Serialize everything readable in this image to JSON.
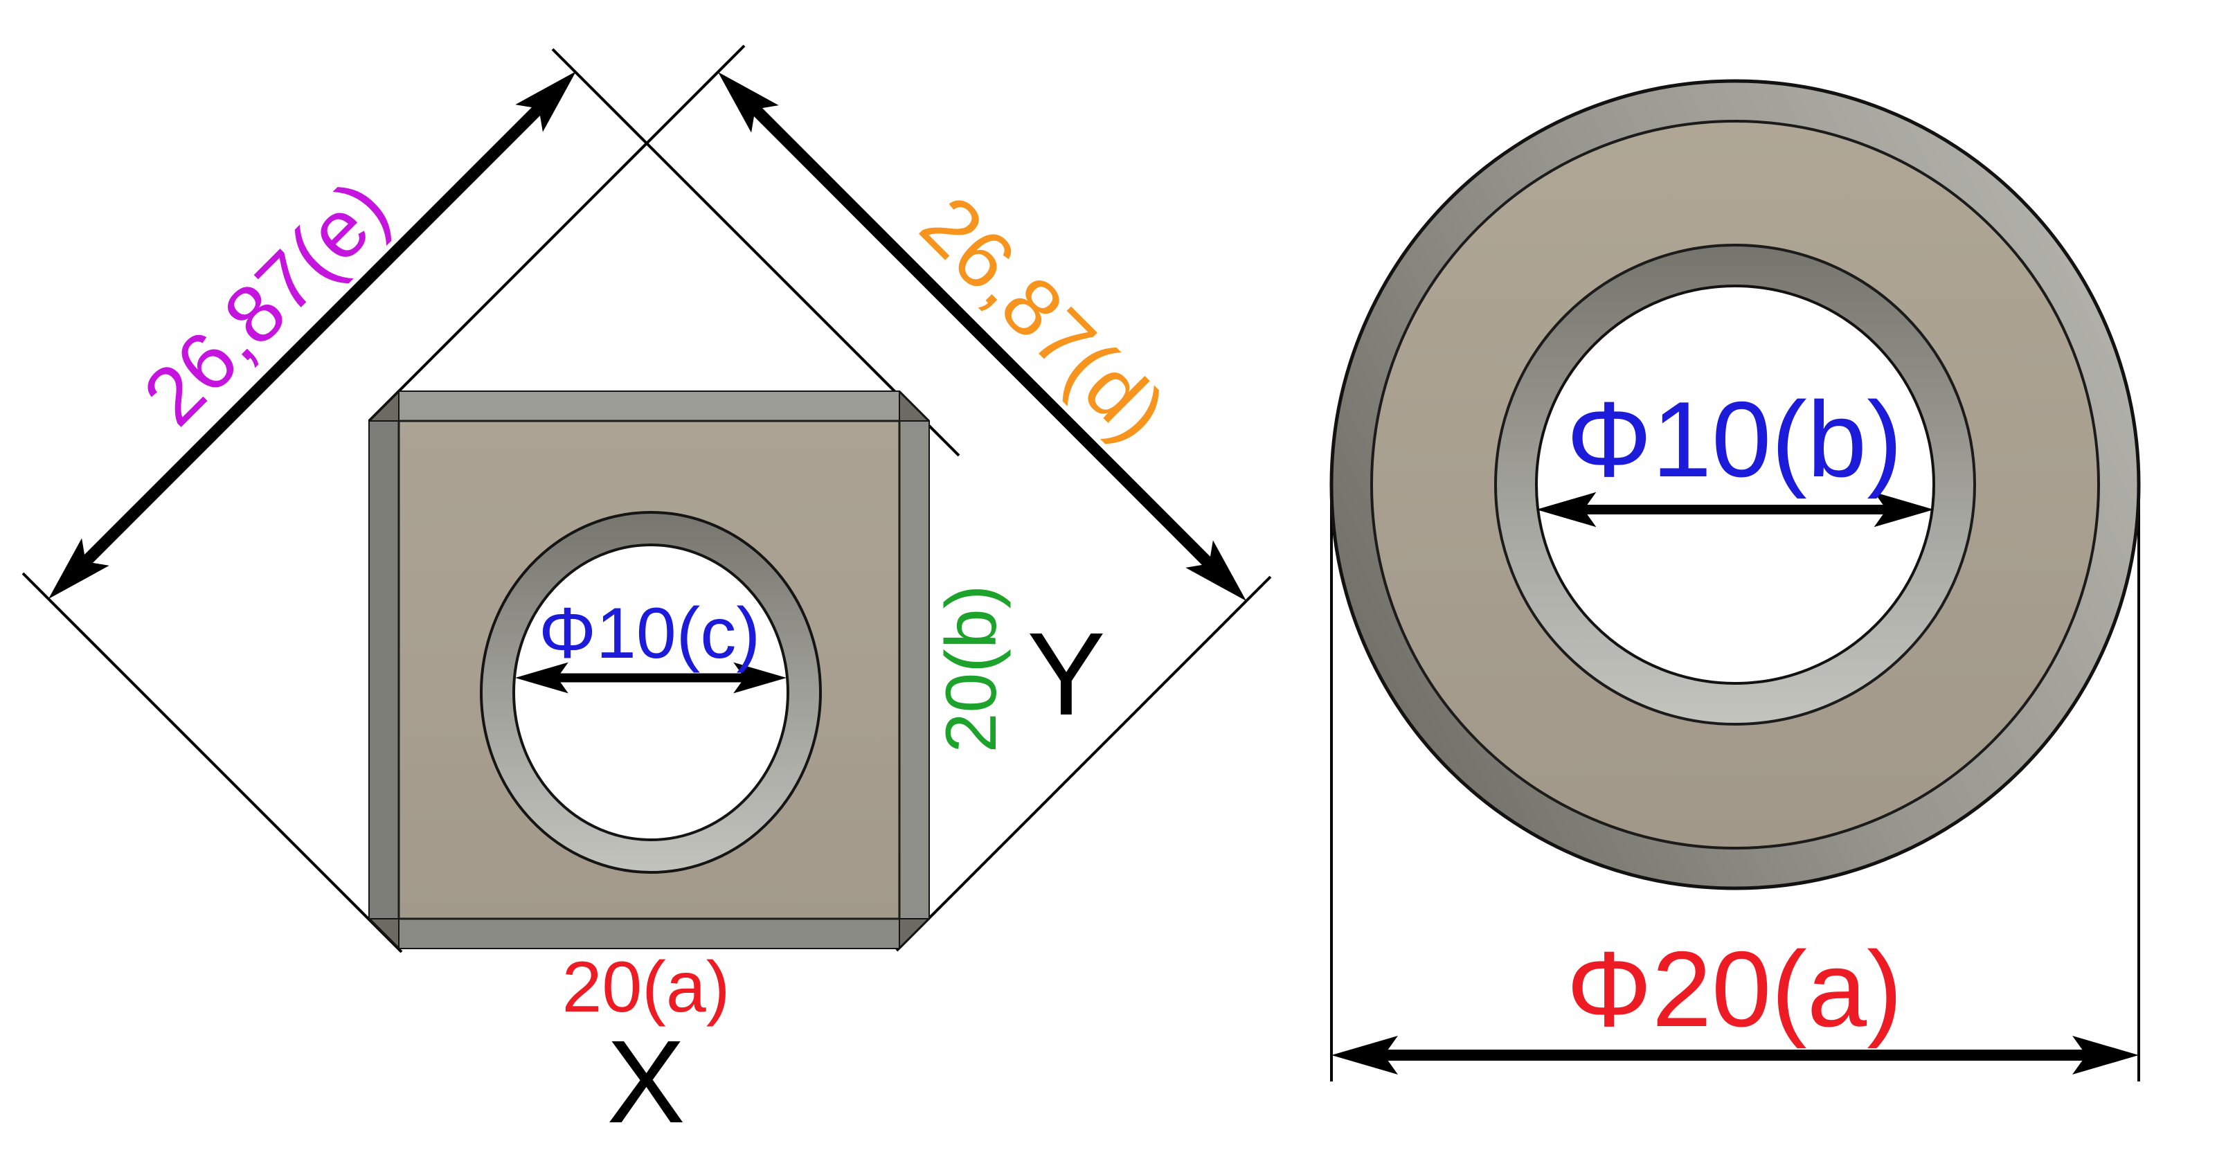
{
  "background": "#FFFFFF",
  "stroke_color": "#000000",
  "left_view": {
    "dim_width": {
      "label": "20(a)",
      "color": "#ED1C24"
    },
    "dim_height": {
      "label": "20(b)",
      "color": "#1DA22B"
    },
    "dim_hole": {
      "label": "Φ10(c)",
      "color": "#1B1BD9"
    },
    "dim_diag_top_left": {
      "label": "26,87(e)",
      "color": "#C614DF"
    },
    "dim_diag_top_right": {
      "label": "26,87(d)",
      "color": "#F7941D"
    },
    "axis_x": "X",
    "axis_y": "Y"
  },
  "right_view": {
    "dim_hole": {
      "label": "Φ10(b)",
      "color": "#1B1BD9"
    },
    "dim_outer": {
      "label": "Φ20(a)",
      "color": "#ED1C24"
    }
  },
  "materials": {
    "face_tan": "#A69D8D",
    "edge_gray": "#8F8F89",
    "edge_gray_dark": "#6B6B64",
    "hole_fill": "#FFFFFF"
  }
}
